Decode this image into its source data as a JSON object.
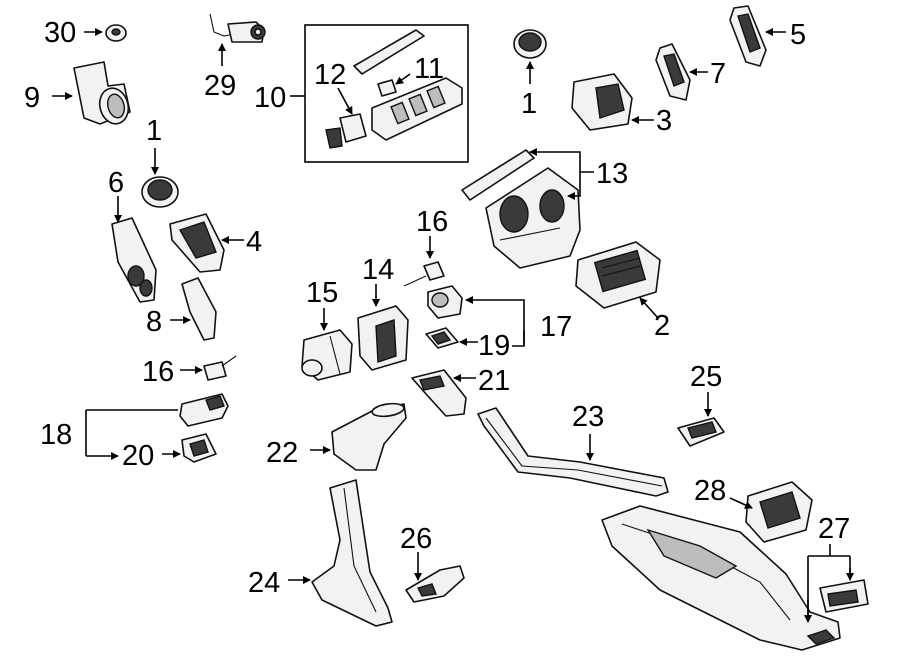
{
  "callouts": {
    "c30": "30",
    "c29": "29",
    "c9": "9",
    "c10": "10",
    "c11": "11",
    "c12": "12",
    "c1a": "1",
    "c1b": "1",
    "c3": "3",
    "c5": "5",
    "c7": "7",
    "c6": "6",
    "c4": "4",
    "c13": "13",
    "c16a": "16",
    "c16b": "16",
    "c15": "15",
    "c14": "14",
    "c17": "17",
    "c19": "19",
    "c2": "2",
    "c8": "8",
    "c21": "21",
    "c25": "25",
    "c18": "18",
    "c20": "20",
    "c22": "22",
    "c23": "23",
    "c28": "28",
    "c27": "27",
    "c26": "26",
    "c24": "24"
  }
}
